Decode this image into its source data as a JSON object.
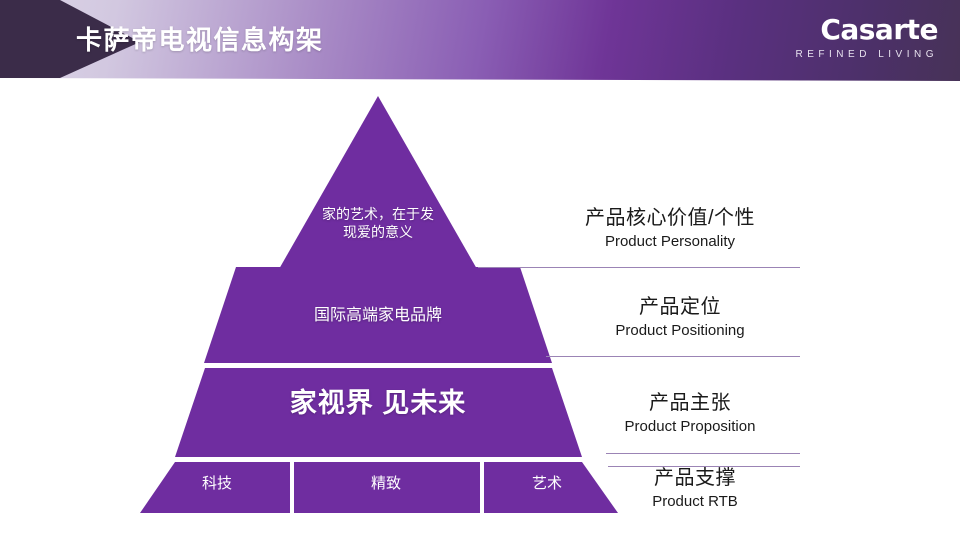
{
  "header": {
    "title": "卡萨帝电视信息构架",
    "brand_name": "Casarte",
    "brand_tagline": "REFINED LIVING",
    "band_start_color": "#ded7e8",
    "band_end_color": "#473257",
    "chevron_color": "#3b2c49"
  },
  "pyramid": {
    "fill_color": "#6f2da0",
    "divider_color": "#ffffff",
    "tiers": [
      {
        "id": "tier-1",
        "text": "家的艺术，在于发\n现爱的意义"
      },
      {
        "id": "tier-2",
        "text": "国际高端家电品牌"
      },
      {
        "id": "tier-3",
        "text": "家视界 见未来"
      }
    ],
    "base_cells": [
      {
        "label": "科技"
      },
      {
        "label": "精致"
      },
      {
        "label": "艺术"
      }
    ]
  },
  "side_labels": [
    {
      "cn": "产品核心价值/个性",
      "en": "Product Personality"
    },
    {
      "cn": "产品定位",
      "en": "Product Positioning"
    },
    {
      "cn": "产品主张",
      "en": "Product Proposition"
    },
    {
      "cn": "产品支撑",
      "en": "Product RTB"
    }
  ],
  "rule_color": "#9b84b5"
}
